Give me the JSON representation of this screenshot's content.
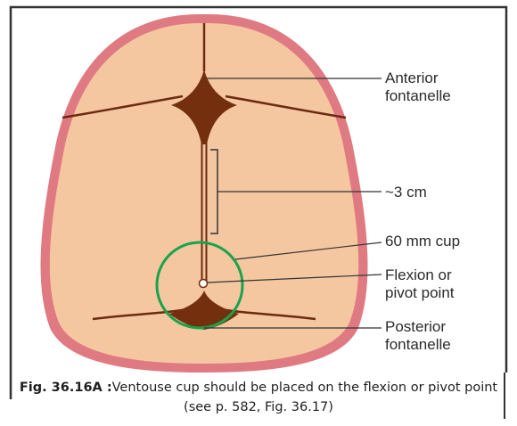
{
  "labels": {
    "anterior_line1": "Anterior",
    "anterior_line2": "fontanelle",
    "distance": "~3 cm",
    "cup": "60 mm cup",
    "flexion_line1": "Flexion or",
    "flexion_line2": "pivot point",
    "posterior_line1": "Posterior",
    "posterior_line2": "fontanelle"
  },
  "caption": {
    "figure_number": "Fig. 36.16A :",
    "text": "Ventouse cup should be placed on the flexion or pivot point (see p. 582, Fig. 36.17)"
  },
  "colors": {
    "skull_fill": "#f4c7a1",
    "skull_outline": "#e07a82",
    "suture": "#6e2a10",
    "fontanelle": "#74300e",
    "cup_ring": "#19a34a",
    "frame": "#333333"
  }
}
